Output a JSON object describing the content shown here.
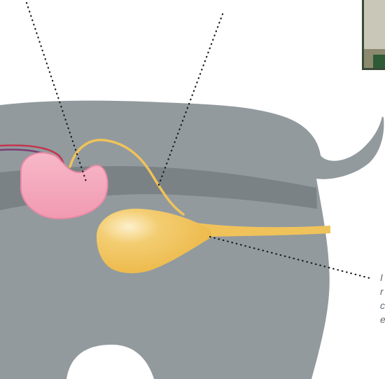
{
  "image": {
    "description_none": true
  },
  "colors": {
    "background": "#ffffff",
    "body": "#929a9e",
    "body_band": "#7b8286",
    "kidney": "#f4a9bd",
    "kidney_outline": "#e98aa5",
    "bladder": "#f0c25a",
    "bladder_highlight": "#fbe7b4",
    "ureter": "#f0c25a",
    "artery": "#c4344d",
    "vein": "#7b3f73",
    "leader_lines": "#1a1a1a",
    "caption_text": "#5f6a73",
    "photo_frame": "#3b4a3a",
    "photo_interior": "#c9c7b8"
  },
  "caption": {
    "lines": [
      "I",
      "r",
      "c",
      "e"
    ]
  },
  "icons": {
    "photo": "photo-thumbnail-icon"
  }
}
